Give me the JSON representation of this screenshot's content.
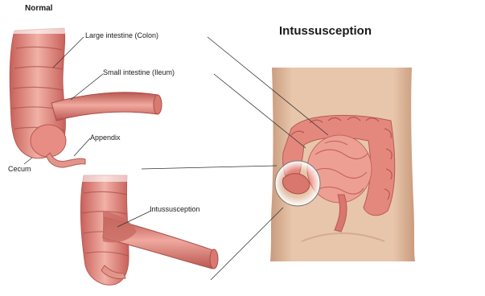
{
  "title": "Intussusception",
  "panels": {
    "normal": {
      "heading": "Normal",
      "labels": {
        "large_intestine": "Large intestine (Colon)",
        "small_intestine": "Small intestine (Ileum)",
        "appendix": "Appendix",
        "cecum": "Cecum"
      }
    },
    "detail": {
      "label": "Intussusception"
    }
  },
  "colors": {
    "intestine": "#e3847d",
    "intestine_dark": "#c8605a",
    "intestine_light": "#f1b1a6",
    "skin": "#e6c2a7",
    "skin_shadow": "#d3a88a",
    "leader_line": "#333333"
  }
}
